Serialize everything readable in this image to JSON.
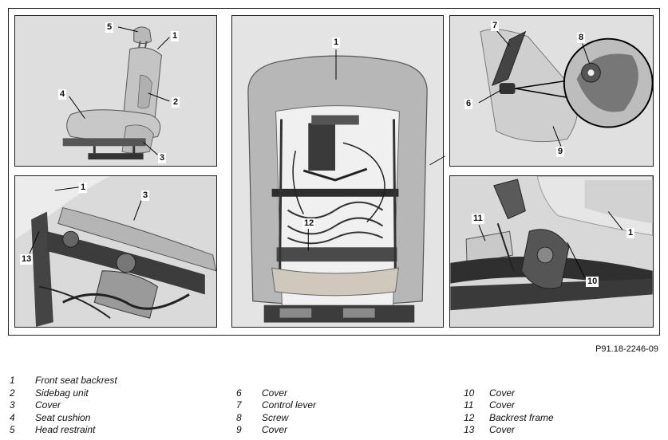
{
  "figure_code": "P91.18-2246-09",
  "callouts": {
    "p1": [
      "5",
      "1",
      "4",
      "2",
      "3"
    ],
    "p2": [
      "1",
      "12"
    ],
    "p3": [
      "7",
      "8",
      "6",
      "9"
    ],
    "p4": [
      "1",
      "3",
      "13"
    ],
    "p5": [
      "11",
      "1",
      "10"
    ]
  },
  "legend": {
    "col1": [
      {
        "num": "1",
        "label": "Front seat backrest"
      },
      {
        "num": "2",
        "label": "Sidebag unit"
      },
      {
        "num": "3",
        "label": "Cover"
      },
      {
        "num": "4",
        "label": "Seat cushion"
      },
      {
        "num": "5",
        "label": "Head restraint"
      }
    ],
    "col2": [
      {
        "num": "6",
        "label": "Cover"
      },
      {
        "num": "7",
        "label": "Control lever"
      },
      {
        "num": "8",
        "label": "Screw"
      },
      {
        "num": "9",
        "label": "Cover"
      }
    ],
    "col3": [
      {
        "num": "10",
        "label": "Cover"
      },
      {
        "num": "11",
        "label": "Cover"
      },
      {
        "num": "12",
        "label": "Backrest frame"
      },
      {
        "num": "13",
        "label": "Cover"
      }
    ]
  }
}
